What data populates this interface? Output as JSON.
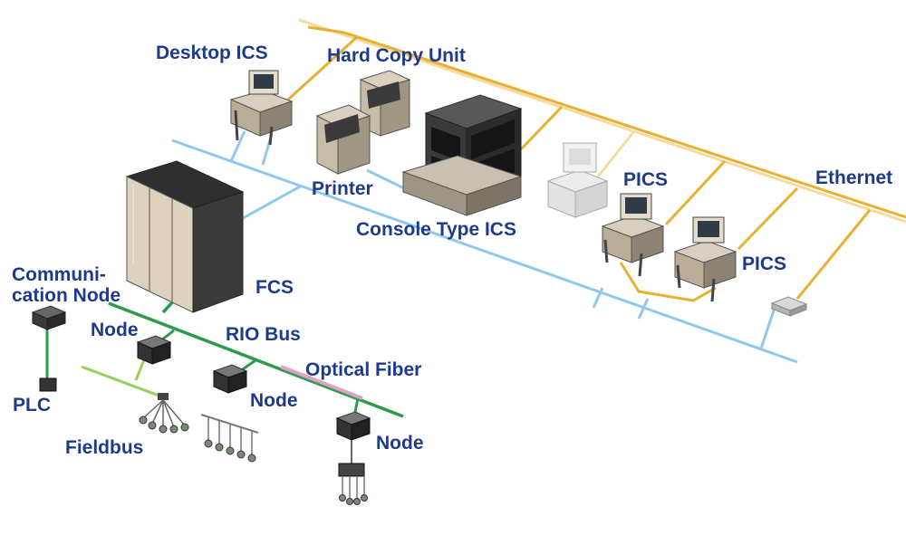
{
  "labels": {
    "desktop_ics": "Desktop ICS",
    "hard_copy_unit": "Hard Copy Unit",
    "printer": "Printer",
    "console_ics": "Console Type ICS",
    "pics_1": "PICS",
    "pics_2": "PICS",
    "ethernet": "Ethernet",
    "fcs": "FCS",
    "comm_node_line1": "Communi-",
    "comm_node_line2": "cation Node",
    "node_1": "Node",
    "node_2": "Node",
    "node_3": "Node",
    "rio_bus": "RIO Bus",
    "optical_fiber": "Optical Fiber",
    "plc": "PLC",
    "fieldbus": "Fieldbus"
  },
  "colors": {
    "label_text": "#1e3a8c",
    "ethernet_line": "#e8b030",
    "control_bus": "#8fc8ec",
    "rio_bus": "#2e9a4c",
    "fieldbus": "#9ccc5a",
    "optical_fiber": "#e0a0c8",
    "cabinet_front": "#ddd2c0",
    "cabinet_dark": "#3a3a3a"
  }
}
